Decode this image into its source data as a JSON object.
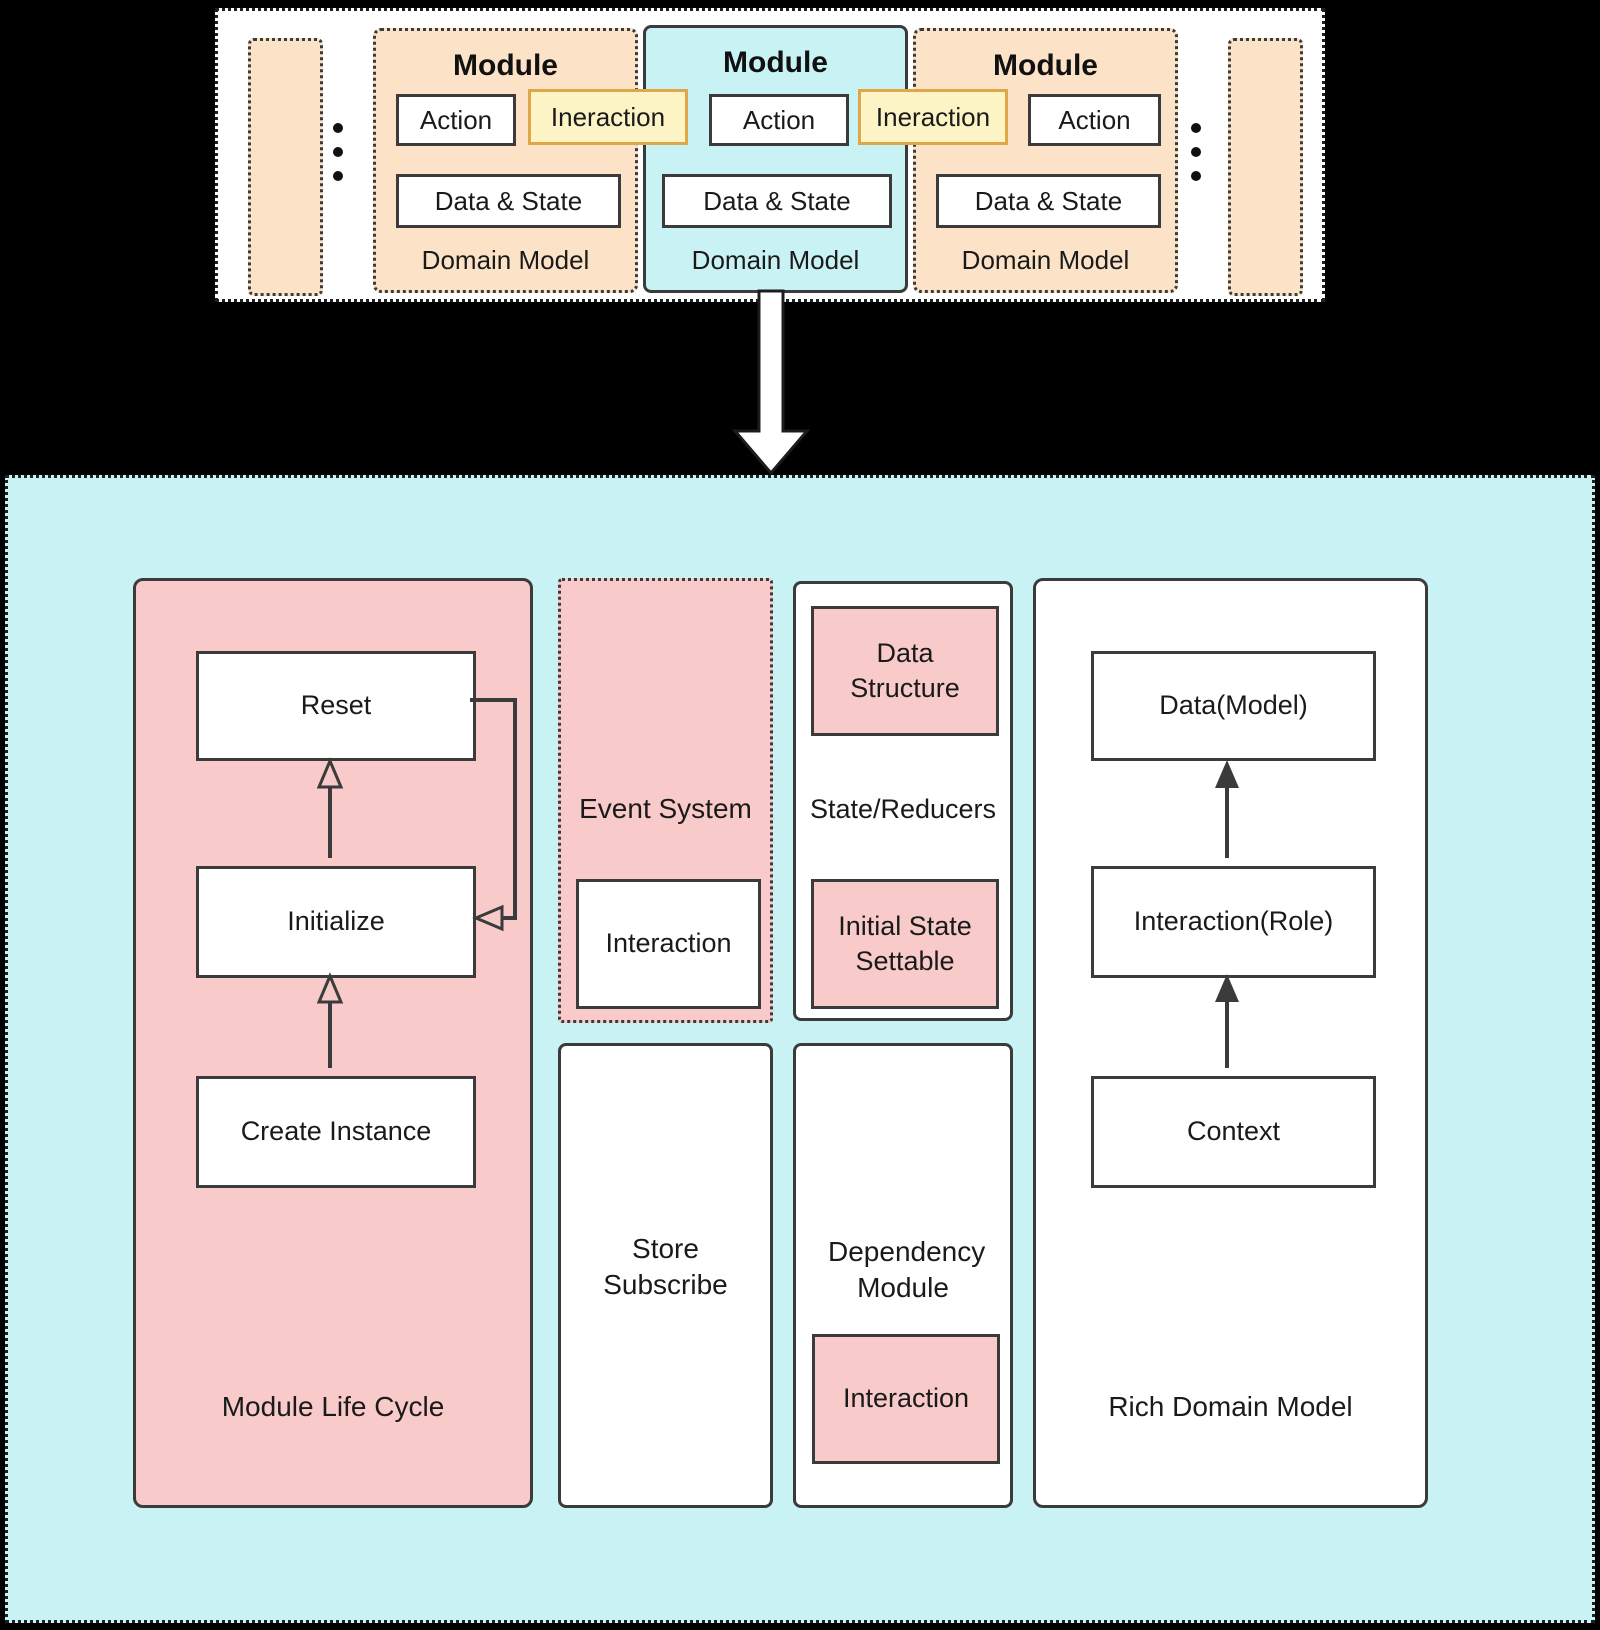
{
  "colors": {
    "background": "#000000",
    "peach": "#fce3c8",
    "cyan": "#c9f2f4",
    "pink": "#f8caca",
    "yellow": "#fcf4c5",
    "yellow_border": "#dfa64a",
    "outline": "#3b3b3b",
    "panel_white": "#ffffff"
  },
  "overview": {
    "modules": [
      {
        "title": "Module",
        "action_label": "Action",
        "data_state_label": "Data & State",
        "domain_label": "Domain Model"
      },
      {
        "title": "Module",
        "action_label": "Action",
        "data_state_label": "Data & State",
        "domain_label": "Domain Model"
      },
      {
        "title": "Module",
        "action_label": "Action",
        "data_state_label": "Data & State",
        "domain_label": "Domain Model"
      }
    ],
    "interactions": [
      {
        "label": "Ineraction"
      },
      {
        "label": "Ineraction"
      }
    ]
  },
  "detail": {
    "module_life_cycle": {
      "title": "Module Life Cycle",
      "reset": "Reset",
      "initialize": "Initialize",
      "create_instance": "Create Instance"
    },
    "event_system": {
      "title": "Event System",
      "interaction": "Interaction"
    },
    "state_reducers": {
      "title": "State/Reducers",
      "data_structure": "Data Structure",
      "initial_state": "Initial State Settable"
    },
    "store_subscribe": {
      "title": "Store Subscribe"
    },
    "dependency_module": {
      "title": "Dependency Module",
      "interaction": "Interaction"
    },
    "rich_domain_model": {
      "title": "Rich Domain Model",
      "data_model": "Data(Model)",
      "interaction_role": "Interaction(Role)",
      "context": "Context"
    }
  }
}
